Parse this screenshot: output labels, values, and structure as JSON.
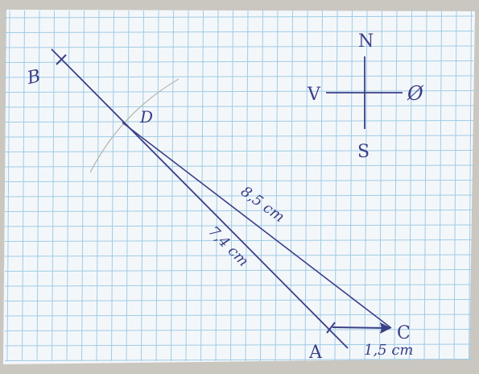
{
  "colors": {
    "paper": "#f4f7fa",
    "grid": "#9fcbe6",
    "ink": "#3b3f86",
    "pencil": "#b7b7b0",
    "shadow": "#c9c7c0"
  },
  "points": {
    "A": "A",
    "B": "B",
    "C": "C",
    "D": "D"
  },
  "compass": {
    "north": "N",
    "south": "S",
    "west": "V",
    "east": "Ø"
  },
  "measurements": {
    "AD": "7,4 cm",
    "DC": "8,5 cm",
    "AC": "1,5 cm"
  }
}
